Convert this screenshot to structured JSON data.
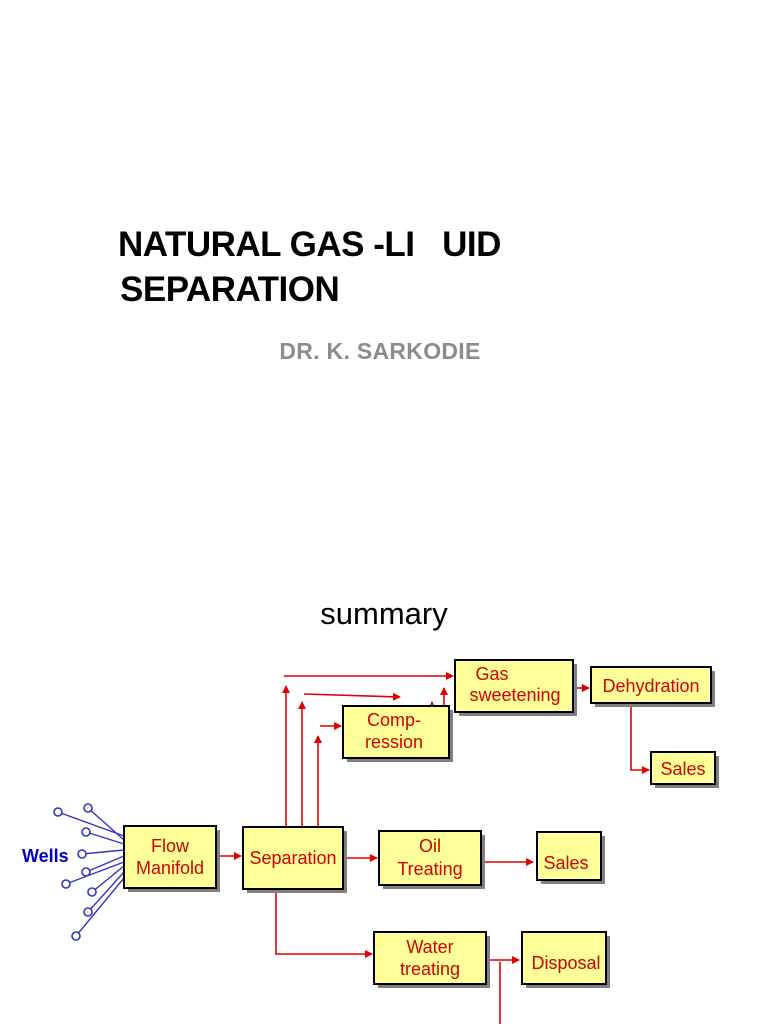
{
  "slide1": {
    "title_line1": "NATURAL GAS -LI   UID",
    "title_line2": "SEPARATION",
    "subtitle": "DR. K. SARKODIE"
  },
  "slide2": {
    "heading": "summary",
    "diagram": {
      "wells_label": "Wells",
      "boxes": {
        "flow_manifold": [
          "Flow",
          "Manifold"
        ],
        "separation": [
          "Separation"
        ],
        "compression": [
          "Comp-",
          "ression"
        ],
        "gas_sweetening": [
          "Gas",
          "sweetening"
        ],
        "dehydration": [
          "Dehydration"
        ],
        "sales_gas": [
          "Sales"
        ],
        "oil_treating": [
          "Oil",
          "Treating"
        ],
        "sales_oil": [
          "Sales"
        ],
        "water_treating": [
          "Water",
          "treating"
        ],
        "disposal": [
          "Disposal"
        ]
      },
      "colors": {
        "box_fill": "#ffff99",
        "text": "#d40000",
        "arrows": "#e00000",
        "wells": "#0000cc"
      }
    }
  }
}
